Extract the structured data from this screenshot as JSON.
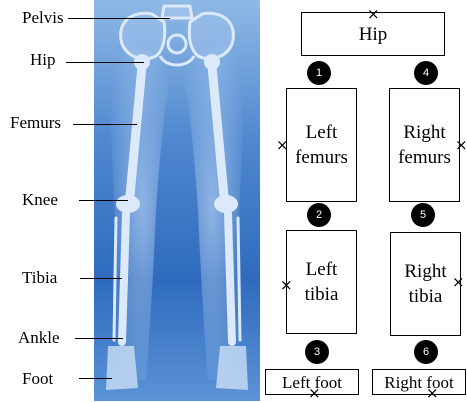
{
  "anatomy": {
    "labels": [
      "Pelvis",
      "Hip",
      "Femurs",
      "Knee",
      "Tibia",
      "Ankle",
      "Foot"
    ]
  },
  "diagram": {
    "hip_box": "Hip",
    "left_femur": "Left\nfemurs",
    "right_femur": "Right\nfemurs",
    "left_tibia": "Left\ntibia",
    "right_tibia": "Right\ntibia",
    "left_foot": "Left foot",
    "right_foot": "Right foot",
    "joints": [
      "1",
      "2",
      "3",
      "4",
      "5",
      "6"
    ],
    "marker_symbol": "×"
  },
  "colors": {
    "xray_background": "#2f6bbd",
    "bone": "#dbe9fb",
    "badge": "#000000"
  }
}
